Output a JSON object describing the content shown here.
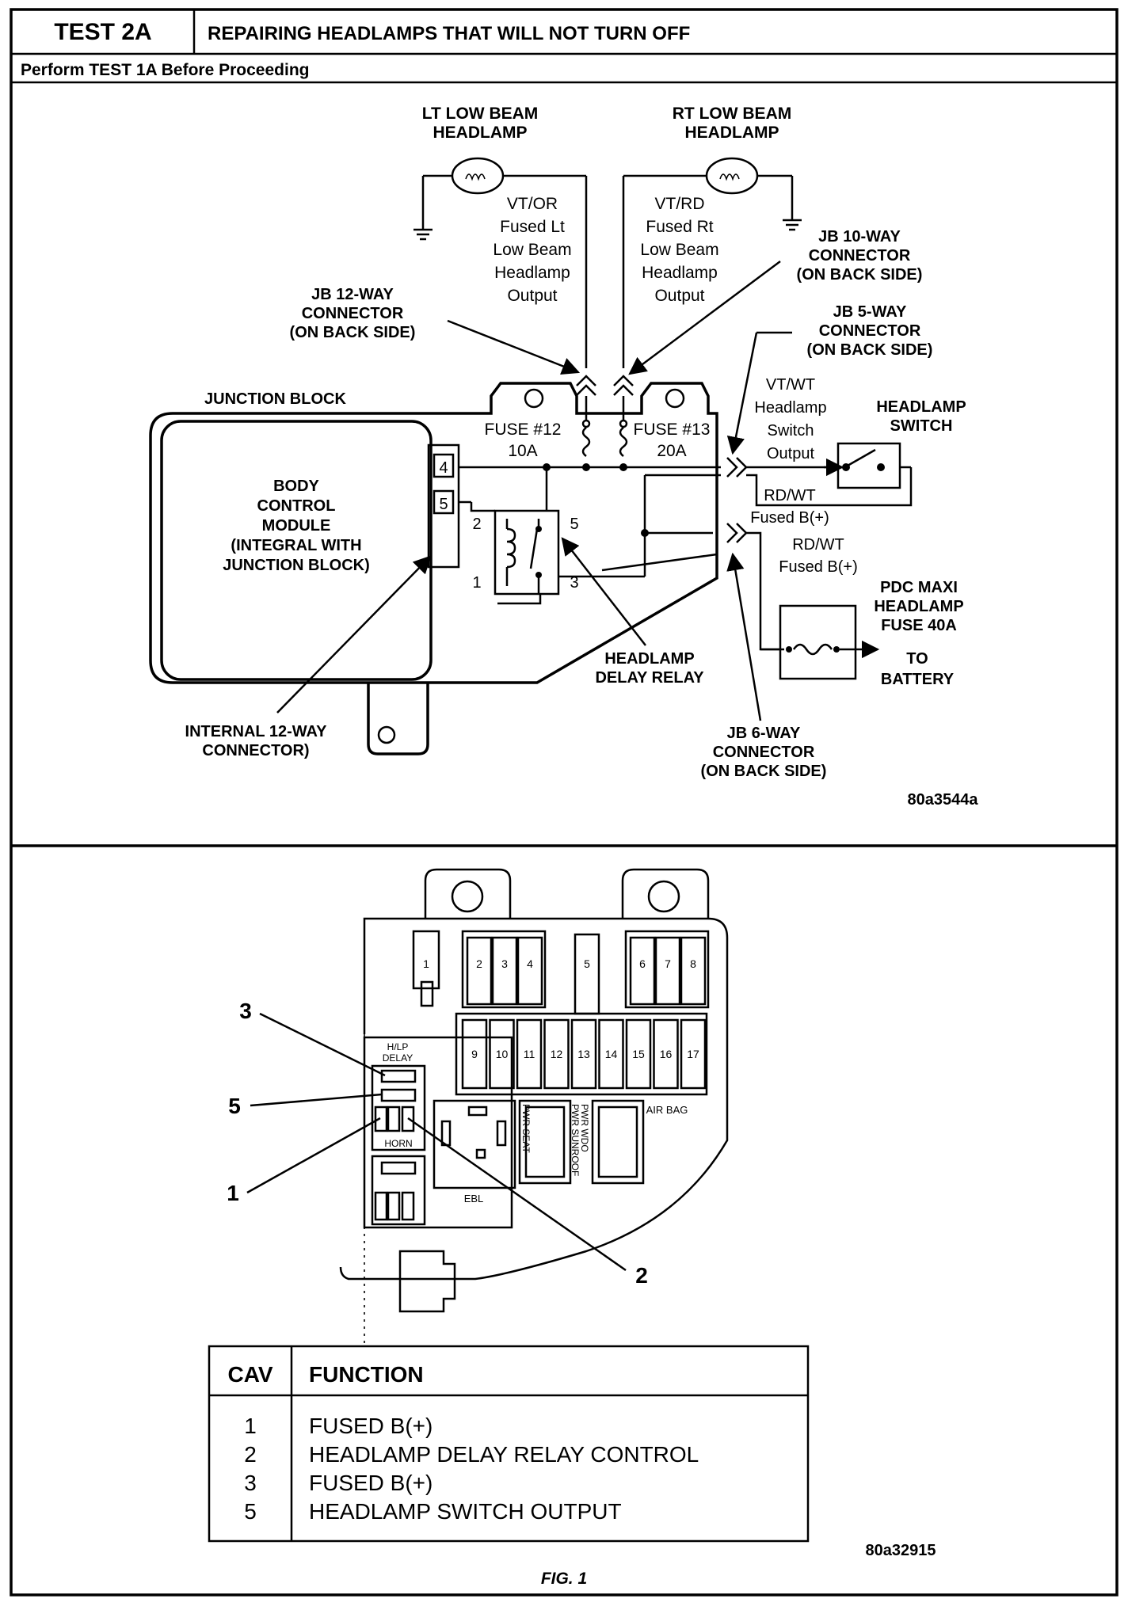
{
  "header": {
    "test_id": "TEST 2A",
    "title": "REPAIRING HEADLAMPS THAT WILL NOT TURN OFF",
    "prerequisite": "Perform TEST 1A Before Proceeding"
  },
  "schematic": {
    "lamp_left": [
      "LT LOW BEAM",
      "HEADLAMP"
    ],
    "lamp_right": [
      "RT LOW BEAM",
      "HEADLAMP"
    ],
    "wire_left": [
      "VT/OR",
      "Fused Lt",
      "Low Beam",
      "Headlamp",
      "Output"
    ],
    "wire_right": [
      "VT/RD",
      "Fused Rt",
      "Low Beam",
      "Headlamp",
      "Output"
    ],
    "jb12": [
      "JB 12-WAY",
      "CONNECTOR",
      "(ON BACK SIDE)"
    ],
    "jb10": [
      "JB 10-WAY",
      "CONNECTOR",
      "(ON BACK SIDE)"
    ],
    "jb5": [
      "JB 5-WAY",
      "CONNECTOR",
      "(ON BACK SIDE)"
    ],
    "jb6": [
      "JB 6-WAY",
      "CONNECTOR",
      "(ON BACK SIDE)"
    ],
    "junction_block": "JUNCTION BLOCK",
    "fuse12": [
      "FUSE #12",
      "10A"
    ],
    "fuse13": [
      "FUSE #13",
      "20A"
    ],
    "sw_output": [
      "VT/WT",
      "Headlamp",
      "Switch",
      "Output"
    ],
    "headlamp_switch": [
      "HEADLAMP",
      "SWITCH"
    ],
    "rdwt_1": [
      "RD/WT",
      "Fused B(+)"
    ],
    "rdwt_2": [
      "RD/WT",
      "Fused B(+)"
    ],
    "bcm": [
      "BODY",
      "CONTROL",
      "MODULE",
      "(INTEGRAL WITH",
      "JUNCTION BLOCK)"
    ],
    "pins": [
      "4",
      "5"
    ],
    "relay_pins": [
      "2",
      "5",
      "1",
      "3"
    ],
    "pdc": [
      "PDC MAXI",
      "HEADLAMP",
      "FUSE 40A"
    ],
    "to_battery": [
      "TO",
      "BATTERY"
    ],
    "relay_label": [
      "HEADLAMP",
      "DELAY RELAY"
    ],
    "internal": [
      "INTERNAL 12-WAY",
      "CONNECTOR)"
    ],
    "code": "80a3544a"
  },
  "fusebox": {
    "fuse_numbers_top": [
      "1",
      "2",
      "3",
      "4",
      "5",
      "6",
      "7",
      "8"
    ],
    "fuse_numbers_bottom": [
      "9",
      "10",
      "11",
      "12",
      "13",
      "14",
      "15",
      "16",
      "17"
    ],
    "hlp_delay": [
      "H/LP",
      "DELAY"
    ],
    "horn": "HORN",
    "ebl": "EBL",
    "air_bag": "AIR BAG",
    "pwr_seat": "PWR SEAT",
    "pwr_wdo": "PWR WDO",
    "pwr_sunroof": "PWR SUNROOF",
    "callouts": [
      "3",
      "5",
      "1",
      "2"
    ]
  },
  "table": {
    "headers": [
      "CAV",
      "FUNCTION"
    ],
    "rows": [
      {
        "cav": "1",
        "function": "FUSED B(+)"
      },
      {
        "cav": "2",
        "function": "HEADLAMP DELAY RELAY CONTROL"
      },
      {
        "cav": "3",
        "function": "FUSED B(+)"
      },
      {
        "cav": "5",
        "function": "HEADLAMP SWITCH OUTPUT"
      }
    ]
  },
  "figure_code": "80a32915",
  "figure_caption": "FIG. 1"
}
